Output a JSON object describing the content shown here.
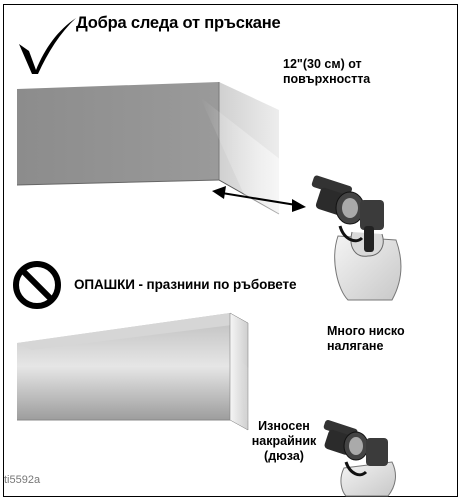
{
  "top_panel": {
    "title": "Добра следа от пръскане",
    "distance_line1": "12\"(30 см) от",
    "distance_line2": "повърхността"
  },
  "bottom_panel": {
    "tails_label": "ОПАШКИ - празнини по ръбовете",
    "low_pressure_line1": "Много ниско",
    "low_pressure_line2": "налягане",
    "worn_tip_line1": "Износен",
    "worn_tip_line2": "накрайник",
    "worn_tip_line3": "(дюза)"
  },
  "figure_code": "ti5592a",
  "icons": {
    "good": "checkmark-icon",
    "bad": "prohibited-icon"
  }
}
